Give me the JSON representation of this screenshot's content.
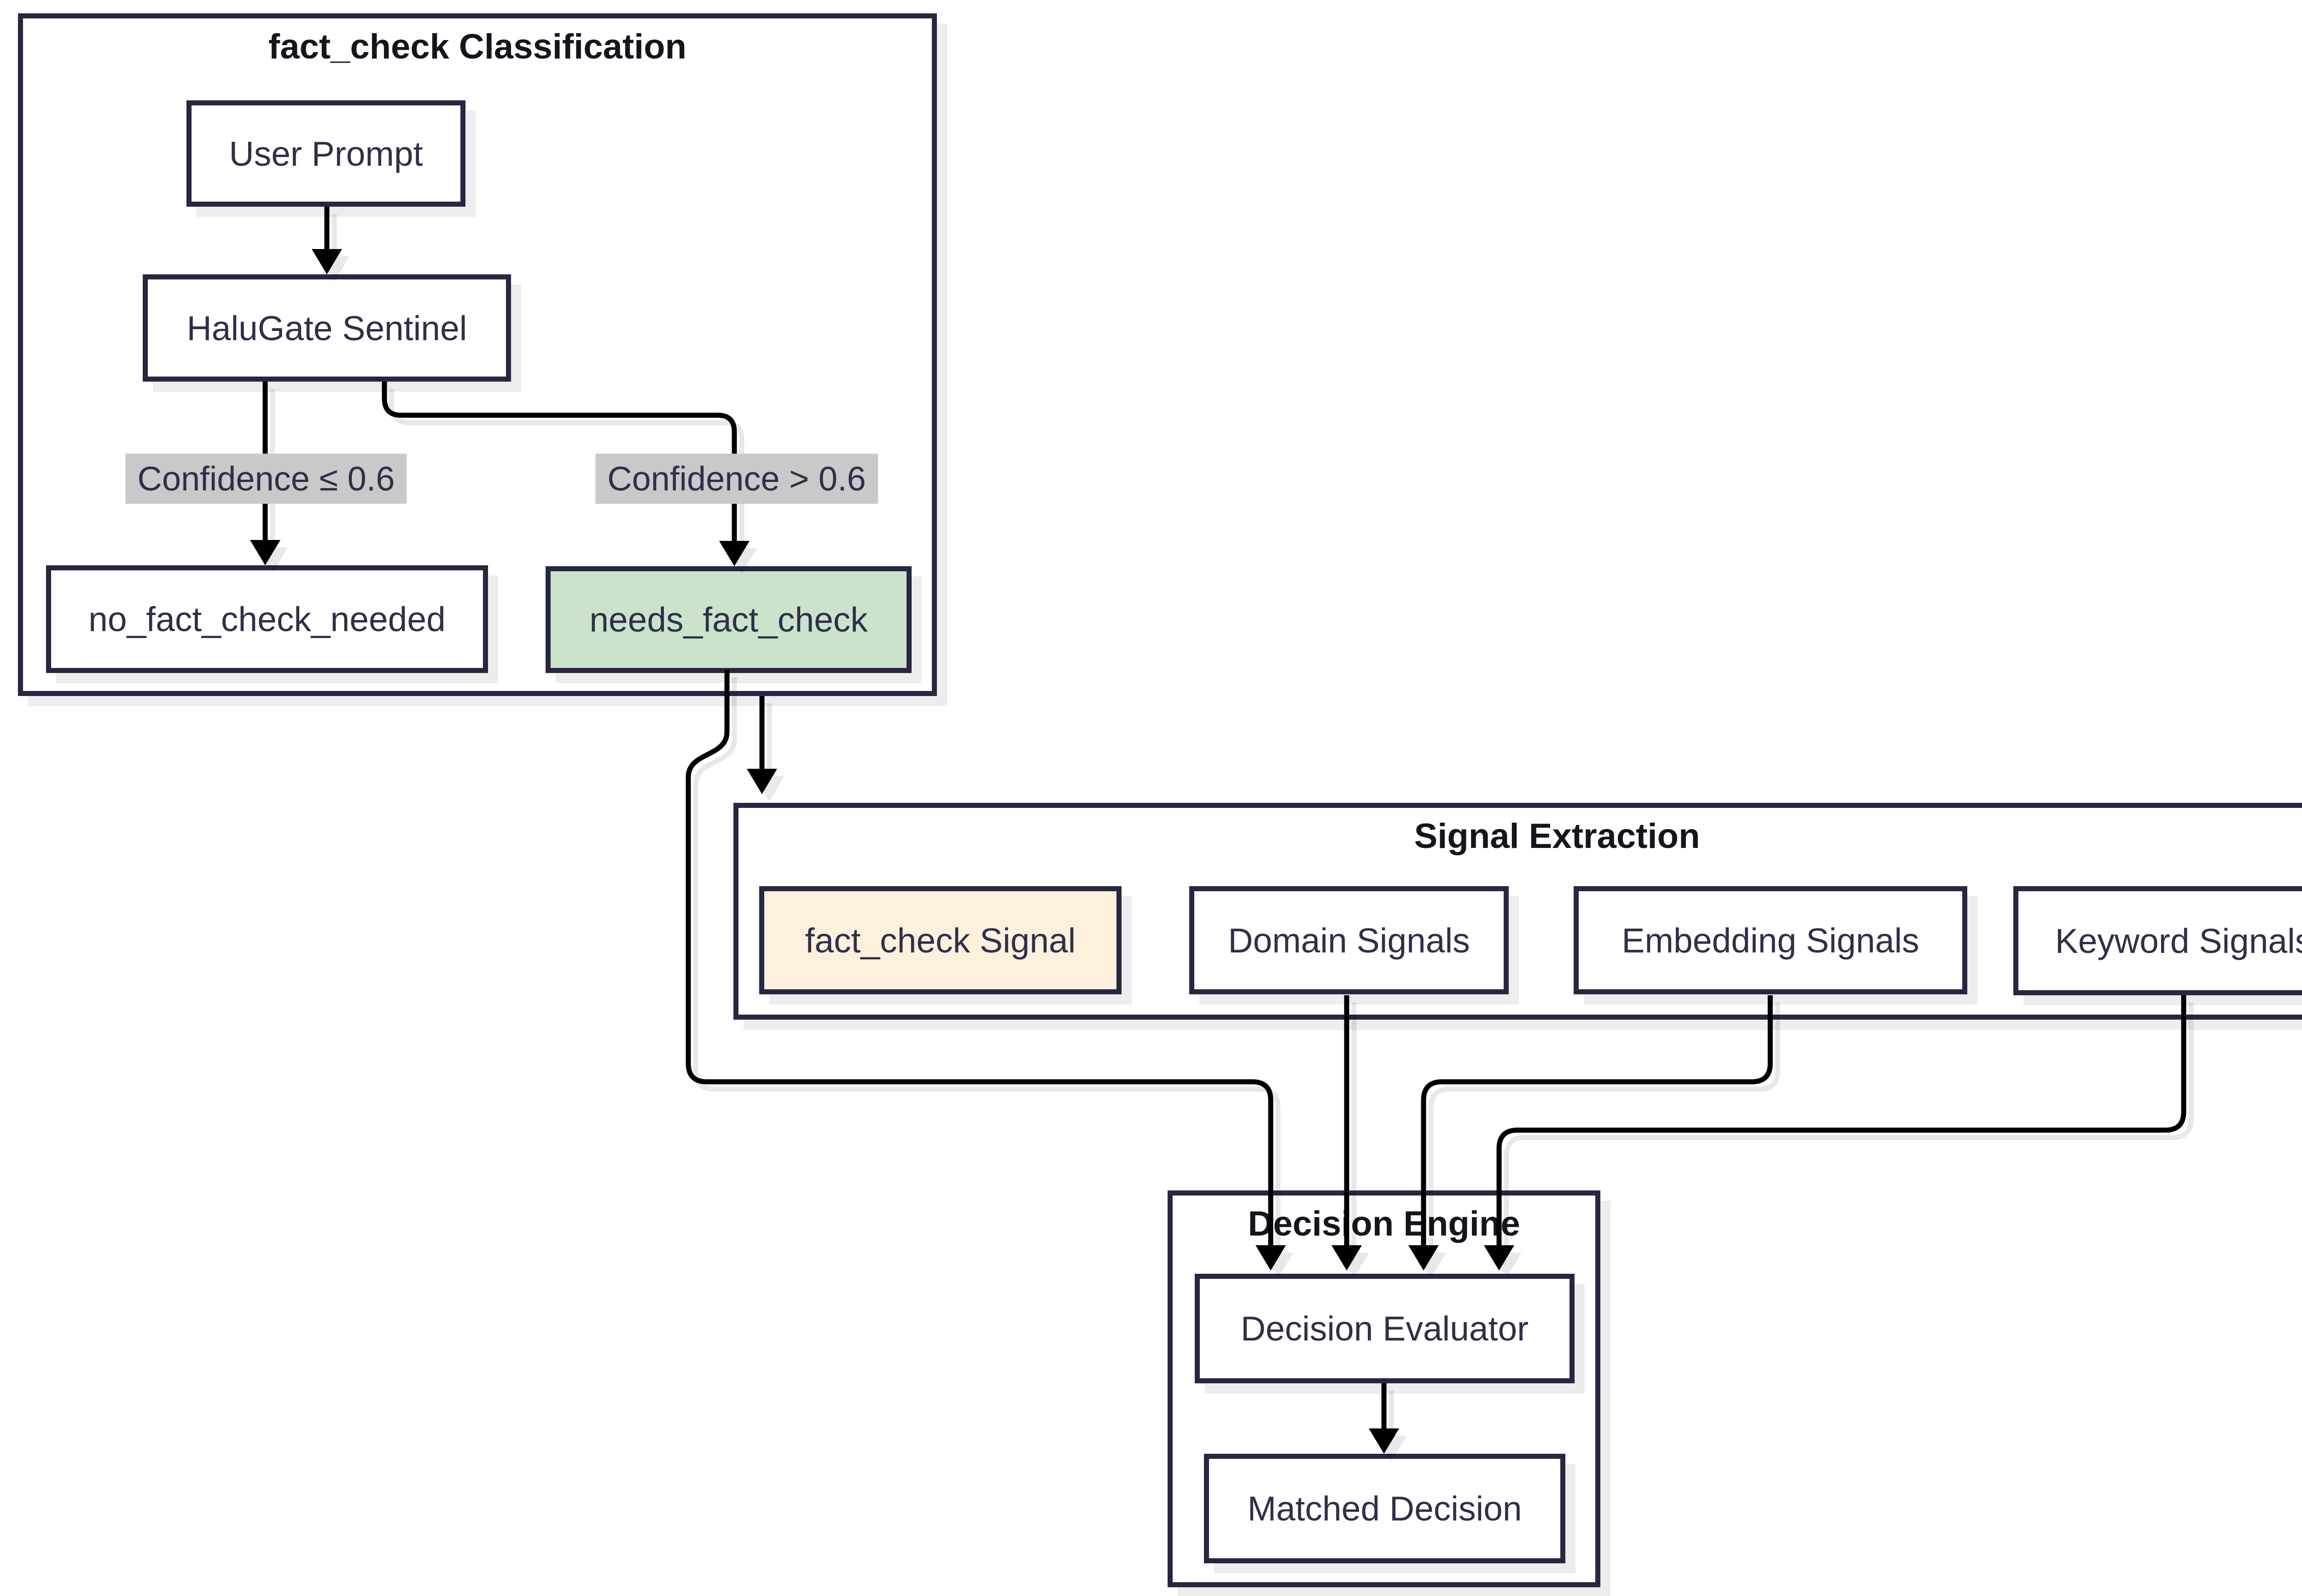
{
  "diagram": {
    "type": "flowchart",
    "background": "#ffffff",
    "colors": {
      "node_border": "#272742",
      "node_text": "#2f2f4a",
      "subgraph_title_text": "#15151d",
      "highlight_green_fill": "#cbe3ca",
      "highlight_peach_fill": "#fdf0dc",
      "edge_label_background": "#c9c9c9",
      "edge_stroke": "#000000",
      "shadow": "#ededed"
    },
    "subgraphs": [
      {
        "id": "classification",
        "title": "fact_check Classification"
      },
      {
        "id": "signal_extraction",
        "title": "Signal Extraction"
      },
      {
        "id": "decision_engine",
        "title": "Decision Engine"
      }
    ],
    "nodes": [
      {
        "id": "user_prompt",
        "label": "User Prompt",
        "style": "default"
      },
      {
        "id": "halugate_sentinel",
        "label": "HaluGate Sentinel",
        "style": "default"
      },
      {
        "id": "no_fact_check_needed",
        "label": "no_fact_check_needed",
        "style": "default"
      },
      {
        "id": "needs_fact_check",
        "label": "needs_fact_check",
        "style": "highlight-green"
      },
      {
        "id": "fact_check_signal",
        "label": "fact_check Signal",
        "style": "highlight-peach"
      },
      {
        "id": "domain_signals",
        "label": "Domain Signals",
        "style": "default"
      },
      {
        "id": "embedding_signals",
        "label": "Embedding Signals",
        "style": "default"
      },
      {
        "id": "keyword_signals",
        "label": "Keyword Signals",
        "style": "default"
      },
      {
        "id": "decision_evaluator",
        "label": "Decision Evaluator",
        "style": "default"
      },
      {
        "id": "matched_decision",
        "label": "Matched Decision",
        "style": "default"
      }
    ],
    "edge_labels": [
      {
        "id": "confidence_low",
        "text": "Confidence ≤ 0.6"
      },
      {
        "id": "confidence_high",
        "text": "Confidence > 0.6"
      }
    ],
    "edges": [
      {
        "from": "user_prompt",
        "to": "halugate_sentinel",
        "label": ""
      },
      {
        "from": "halugate_sentinel",
        "to": "no_fact_check_needed",
        "label": "Confidence ≤ 0.6"
      },
      {
        "from": "halugate_sentinel",
        "to": "needs_fact_check",
        "label": "Confidence > 0.6"
      },
      {
        "from": "classification",
        "to": "signal_extraction",
        "label": ""
      },
      {
        "from": "needs_fact_check",
        "to": "decision_evaluator",
        "label": ""
      },
      {
        "from": "domain_signals",
        "to": "decision_evaluator",
        "label": ""
      },
      {
        "from": "embedding_signals",
        "to": "decision_evaluator",
        "label": ""
      },
      {
        "from": "keyword_signals",
        "to": "decision_evaluator",
        "label": ""
      },
      {
        "from": "decision_evaluator",
        "to": "matched_decision",
        "label": ""
      }
    ]
  }
}
